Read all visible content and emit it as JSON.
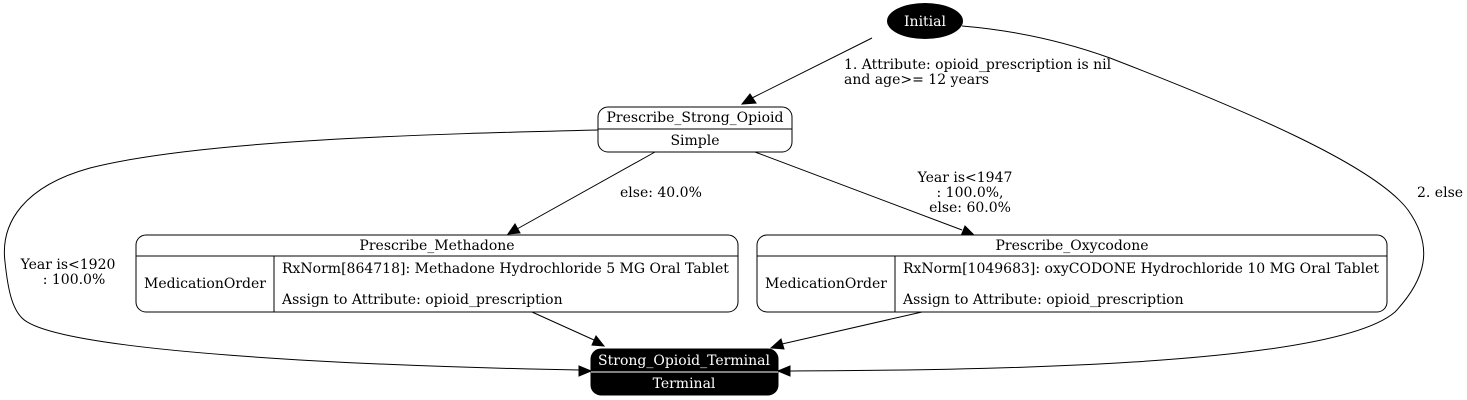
{
  "nodes": {
    "initial": {
      "label": "Initial"
    },
    "prescribe_strong_opioid": {
      "title": "Prescribe_Strong_Opioid",
      "type": "Simple"
    },
    "prescribe_methadone": {
      "title": "Prescribe_Methadone",
      "type": "MedicationOrder",
      "code": "RxNorm[864718]: Methadone Hydrochloride 5 MG Oral Tablet",
      "assign": "Assign to Attribute: opioid_prescription"
    },
    "prescribe_oxycodone": {
      "title": "Prescribe_Oxycodone",
      "type": "MedicationOrder",
      "code": "RxNorm[1049683]: oxyCODONE Hydrochloride 10 MG Oral Tablet",
      "assign": "Assign to Attribute: opioid_prescription"
    },
    "terminal": {
      "title": "Strong_Opioid_Terminal",
      "type": "Terminal"
    }
  },
  "edges": {
    "initial_to_strong": {
      "line1": "1. Attribute: opioid_prescription is nil",
      "line2": "and age>= 12 years"
    },
    "initial_to_terminal": {
      "label": "2. else"
    },
    "strong_to_methadone": {
      "label": "else: 40.0%"
    },
    "strong_to_oxycodone": {
      "line1": "Year is<1947",
      "line2": ": 100.0%,",
      "line3": "else: 60.0%"
    },
    "strong_to_terminal": {
      "line1": "Year is<1920",
      "line2": ": 100.0%"
    }
  }
}
